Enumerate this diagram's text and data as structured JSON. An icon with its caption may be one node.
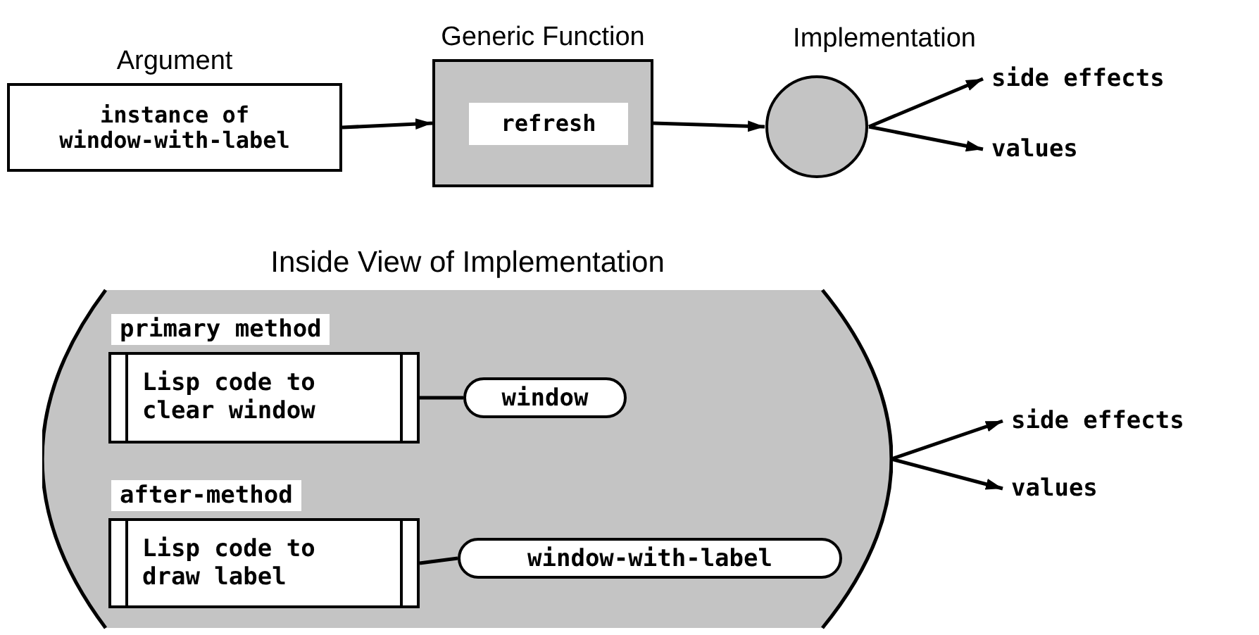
{
  "diagram": {
    "nodes": [
      {
        "text": [
          "Argument",
          "instance of window-with-label"
        ]
      },
      {
        "text": [
          "Generic Function",
          "refresh"
        ]
      },
      {
        "text": [
          "Implementation"
        ]
      },
      {
        "text": [
          "side effects"
        ]
      },
      {
        "text": [
          "values"
        ]
      },
      {
        "text": [
          "Inside View of Implementation"
        ]
      },
      {
        "text": [
          "primary method",
          "Lisp code to clear window"
        ],
        "in": 5
      },
      {
        "text": [
          "window"
        ],
        "in": 5
      },
      {
        "text": [
          "after-method",
          "Lisp code to draw label"
        ],
        "in": 5
      },
      {
        "text": [
          "window-with-label"
        ],
        "in": 5
      },
      {
        "text": [
          "side effects"
        ]
      },
      {
        "text": [
          "values"
        ]
      }
    ],
    "edges": [
      {
        "from": 0,
        "to": 1,
        "arrow": "to"
      },
      {
        "from": 1,
        "to": 2,
        "arrow": "to"
      },
      {
        "from": 2,
        "to": 3,
        "arrow": "to"
      },
      {
        "from": 2,
        "to": 4,
        "arrow": "to"
      },
      {
        "from": 6,
        "to": 7,
        "arrow": "none"
      },
      {
        "from": 8,
        "to": 9,
        "arrow": "none"
      },
      {
        "from": 5,
        "to": 10,
        "arrow": "to"
      },
      {
        "from": 5,
        "to": 11,
        "arrow": "to"
      }
    ]
  }
}
